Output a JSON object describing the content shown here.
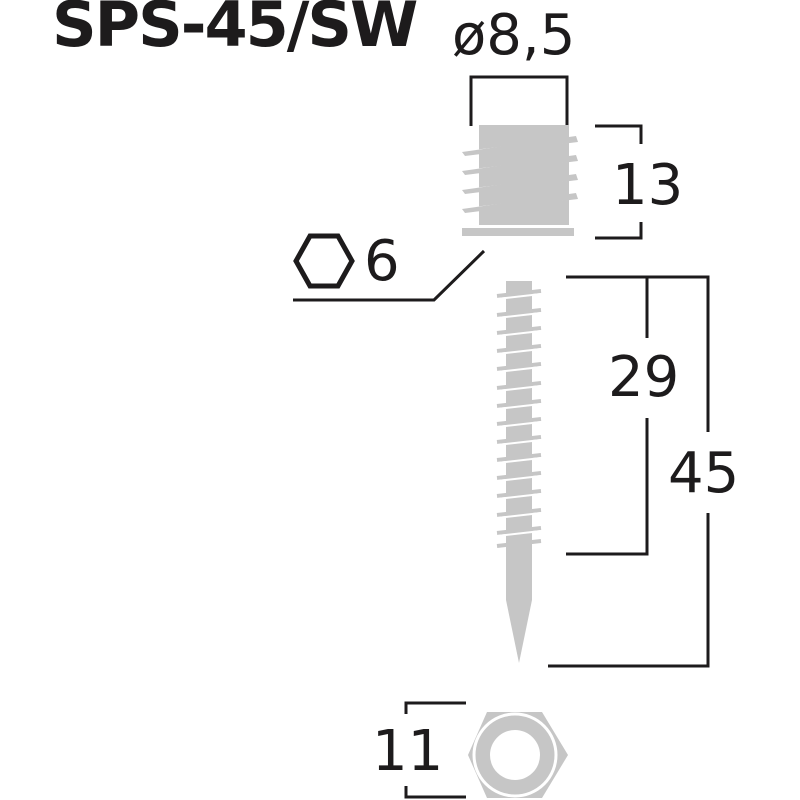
{
  "title": "SPS-45/SW",
  "dimensions": {
    "diameter": "ø8,5",
    "insert_length": "13",
    "hex_key": "6",
    "thread_length": "29",
    "total_length": "45",
    "nut_width": "11"
  },
  "icons": {
    "hex_key": "hexagon-outline-icon",
    "nut": "hex-nut-icon"
  },
  "colors": {
    "part_fill": "#c6c6c6",
    "lines": "#1d1b1c",
    "background": "#ffffff"
  }
}
